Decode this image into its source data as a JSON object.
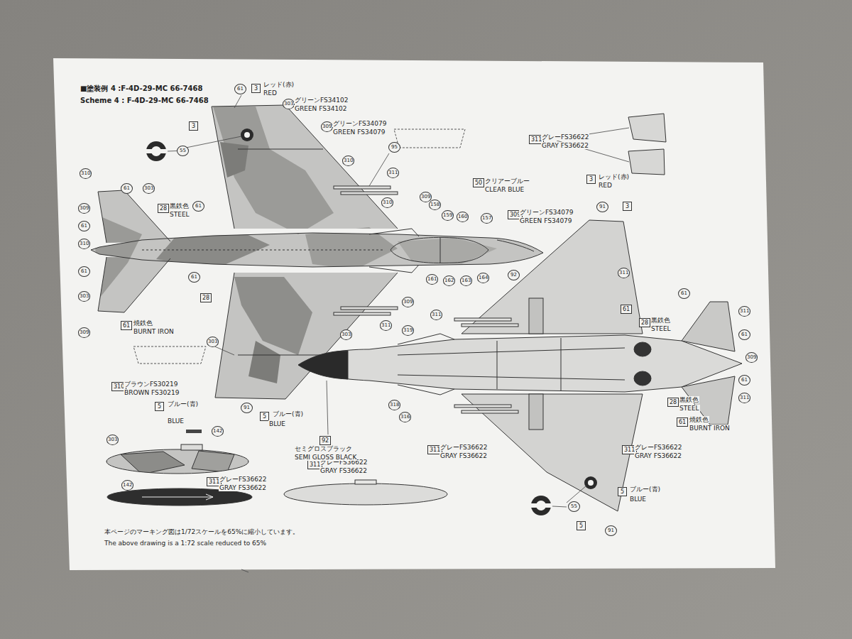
{
  "diagram": {
    "title": "■塗装例 4 :F-4D-29-MC 66-7468",
    "caption": "本ページのマーキング図は1/72スケールを65%に縮小しています。",
    "labels": [
      "Scheme 4 : F-4D-29-MC 66-7468",
      "61",
      "3",
      "レッド(赤)",
      "RED",
      "303",
      "グリーンFS34102",
      "GREEN FS34102",
      "3",
      "309",
      "グリーンFS34079",
      "GREEN FS34079",
      "55",
      "95",
      "310",
      "311",
      "310",
      "309",
      "50",
      "クリアーブルー",
      "CLEAR BLUE",
      "158",
      "159",
      "160",
      "157",
      "309",
      "グリーンFS34079",
      "GREEN FS34079",
      "92",
      "161",
      "162",
      "163",
      "164",
      "310",
      "61",
      "303",
      "309",
      "61",
      "310",
      "28",
      "黒鉄色",
      "STEEL",
      "61",
      "61",
      "303",
      "61",
      "28",
      "61",
      "焼鉄色",
      "BURNT IRON",
      "309",
      "309",
      "311",
      "303",
      "303",
      "310",
      "ブラウンFS30219",
      "BROWN FS30219",
      "5",
      "ブルー(青)",
      "BLUE",
      "91",
      "5",
      "ブルー(青)",
      "BLUE",
      "142",
      "303",
      "311",
      "グレーFS36622",
      "GRAY FS36622",
      "142",
      "311",
      "グレーFS36622",
      "GRAY FS36622",
      "311",
      "グレーFS36622",
      "GRAY FS36622",
      "3",
      "レッド(赤)",
      "RED",
      "91",
      "3",
      "311",
      "311",
      "319",
      "61",
      "28",
      "黒鉄色",
      "STEEL",
      "61",
      "311",
      "61",
      "309",
      "61",
      "311",
      "28",
      "黒鉄色",
      "STEEL",
      "61",
      "焼鉄色",
      "BURNT IRON",
      "318",
      "316",
      "92",
      "セミグロスブラック",
      "SEMI GLOSS BLACK",
      "311",
      "グレーFS36622",
      "GRAY FS36622",
      "311",
      "グレーFS36622",
      "GRAY FS36622",
      "55",
      "5",
      "ブルー(青)",
      "BLUE",
      "5",
      "91",
      "The above drawing is a 1:72 scale reduced to 65%"
    ]
  }
}
